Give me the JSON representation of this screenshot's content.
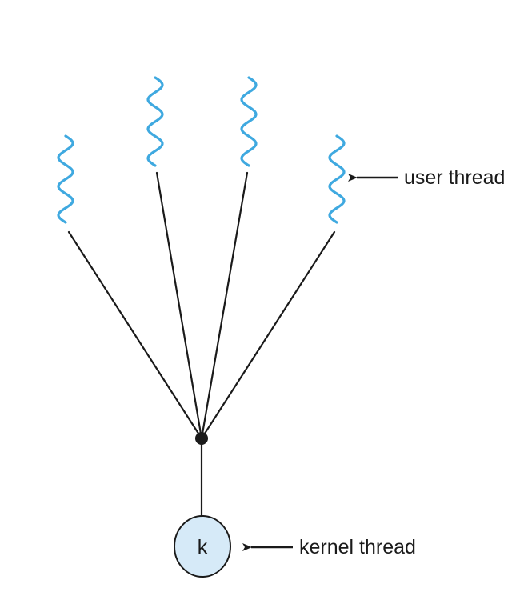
{
  "diagram": {
    "user_thread_label": "user thread",
    "kernel_thread_label": "kernel thread",
    "kernel_node_label": "k",
    "user_thread_count": 4
  },
  "colors": {
    "thread_wave": "#3fa9e0",
    "kernel_fill": "#d6eaf8",
    "line": "#1a1a1a"
  },
  "icons": {
    "user_thread": "wavy-line-icon",
    "arrow": "left-arrow-icon"
  }
}
